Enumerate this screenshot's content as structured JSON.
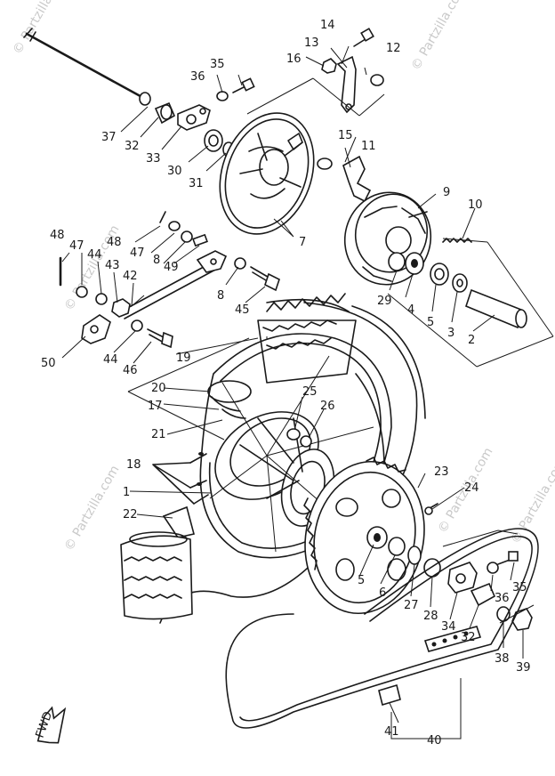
{
  "watermark": {
    "text": "© Partzilla.com"
  },
  "fwd_label": "FWD",
  "callouts": [
    {
      "id": "c1",
      "text": "1"
    },
    {
      "id": "c2",
      "text": "2"
    },
    {
      "id": "c3",
      "text": "3"
    },
    {
      "id": "c4",
      "text": "4"
    },
    {
      "id": "c5a",
      "text": "5"
    },
    {
      "id": "c5b",
      "text": "5"
    },
    {
      "id": "c6",
      "text": "6"
    },
    {
      "id": "c7",
      "text": "7"
    },
    {
      "id": "c8a",
      "text": "8"
    },
    {
      "id": "c8b",
      "text": "8"
    },
    {
      "id": "c9",
      "text": "9"
    },
    {
      "id": "c10",
      "text": "10"
    },
    {
      "id": "c11",
      "text": "11"
    },
    {
      "id": "c12",
      "text": "12"
    },
    {
      "id": "c13",
      "text": "13"
    },
    {
      "id": "c14",
      "text": "14"
    },
    {
      "id": "c15",
      "text": "15"
    },
    {
      "id": "c16",
      "text": "16"
    },
    {
      "id": "c17",
      "text": "17"
    },
    {
      "id": "c18",
      "text": "18"
    },
    {
      "id": "c19",
      "text": "19"
    },
    {
      "id": "c20",
      "text": "20"
    },
    {
      "id": "c21",
      "text": "21"
    },
    {
      "id": "c22",
      "text": "22"
    },
    {
      "id": "c23",
      "text": "23"
    },
    {
      "id": "c24",
      "text": "24"
    },
    {
      "id": "c25",
      "text": "25"
    },
    {
      "id": "c26",
      "text": "26"
    },
    {
      "id": "c27",
      "text": "27"
    },
    {
      "id": "c28",
      "text": "28"
    },
    {
      "id": "c29",
      "text": "29"
    },
    {
      "id": "c30",
      "text": "30"
    },
    {
      "id": "c31",
      "text": "31"
    },
    {
      "id": "c32a",
      "text": "32"
    },
    {
      "id": "c32b",
      "text": "32"
    },
    {
      "id": "c33",
      "text": "33"
    },
    {
      "id": "c34",
      "text": "34"
    },
    {
      "id": "c35a",
      "text": "35"
    },
    {
      "id": "c35b",
      "text": "35"
    },
    {
      "id": "c36a",
      "text": "36"
    },
    {
      "id": "c36b",
      "text": "36"
    },
    {
      "id": "c37",
      "text": "37"
    },
    {
      "id": "c38",
      "text": "38"
    },
    {
      "id": "c39",
      "text": "39"
    },
    {
      "id": "c40",
      "text": "40"
    },
    {
      "id": "c41",
      "text": "41"
    },
    {
      "id": "c42",
      "text": "42"
    },
    {
      "id": "c43",
      "text": "43"
    },
    {
      "id": "c44a",
      "text": "44"
    },
    {
      "id": "c44b",
      "text": "44"
    },
    {
      "id": "c45",
      "text": "45"
    },
    {
      "id": "c46",
      "text": "46"
    },
    {
      "id": "c47a",
      "text": "47"
    },
    {
      "id": "c47b",
      "text": "47"
    },
    {
      "id": "c48a",
      "text": "48"
    },
    {
      "id": "c48b",
      "text": "48"
    },
    {
      "id": "c49",
      "text": "49"
    },
    {
      "id": "c50",
      "text": "50"
    }
  ]
}
